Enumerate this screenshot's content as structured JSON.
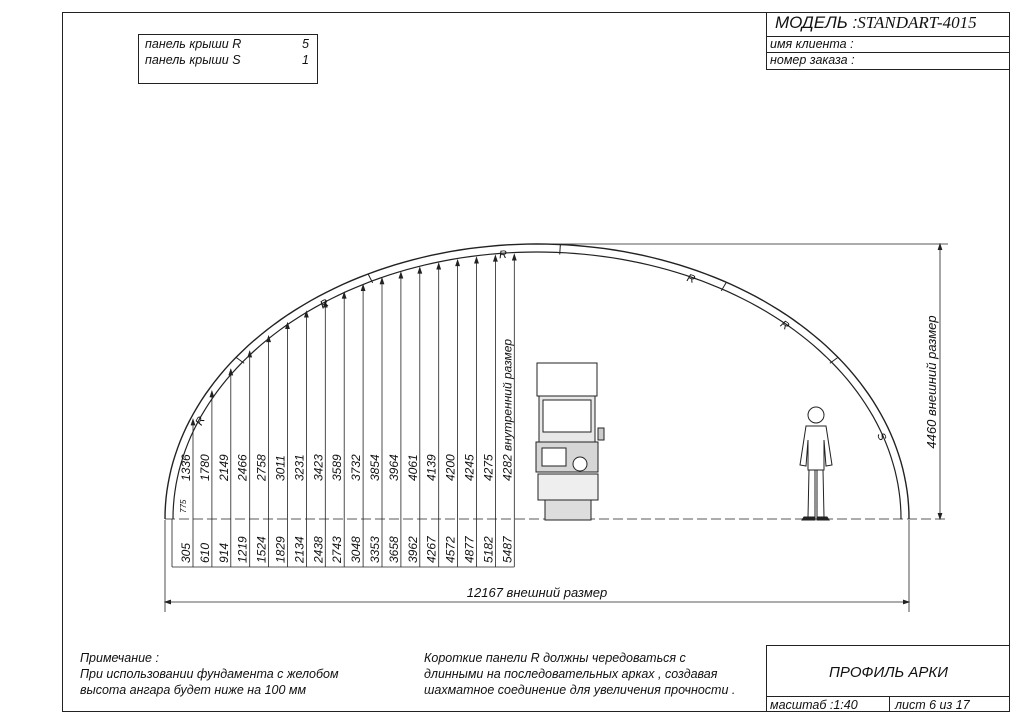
{
  "panels": [
    {
      "label": "панель крыши R",
      "count": "5"
    },
    {
      "label": "панель крыши S",
      "count": "1"
    }
  ],
  "title_block": {
    "model_label": "МОДЕЛЬ :",
    "model_value": "STANDART-4015",
    "client": "имя клиента :",
    "order": "номер заказа :"
  },
  "drawing": {
    "arch_labels": [
      "R",
      "R",
      "R",
      "R",
      "R",
      "S"
    ],
    "small_label": "775",
    "heights": [
      "1336",
      "1780",
      "2149",
      "2466",
      "2758",
      "3011",
      "3231",
      "3423",
      "3589",
      "3732",
      "3854",
      "3964",
      "4061",
      "4139",
      "4200",
      "4245",
      "4275",
      "4282 внутренний размер"
    ],
    "offsets": [
      "305",
      "610",
      "914",
      "1219",
      "1524",
      "1829",
      "2134",
      "2438",
      "2743",
      "3048",
      "3353",
      "3658",
      "3962",
      "4267",
      "4572",
      "4877",
      "5182",
      "5487"
    ],
    "width_label": "12167  внешний размер",
    "height_label": "4460  внешний размер"
  },
  "notes": {
    "left": [
      "Примечание :",
      "При использовании фундамента с желобом",
      "высота ангара будет ниже на  100  мм"
    ],
    "right": [
      "Короткие панели  R  должны чередоваться с",
      "длинными на последовательных арках , создавая",
      "шахматное соединение для увеличения прочности ."
    ]
  },
  "bottom_block": {
    "title": "ПРОФИЛЬ АРКИ",
    "scale": "масштаб :1:40",
    "sheet": "лист  6  из  17"
  }
}
